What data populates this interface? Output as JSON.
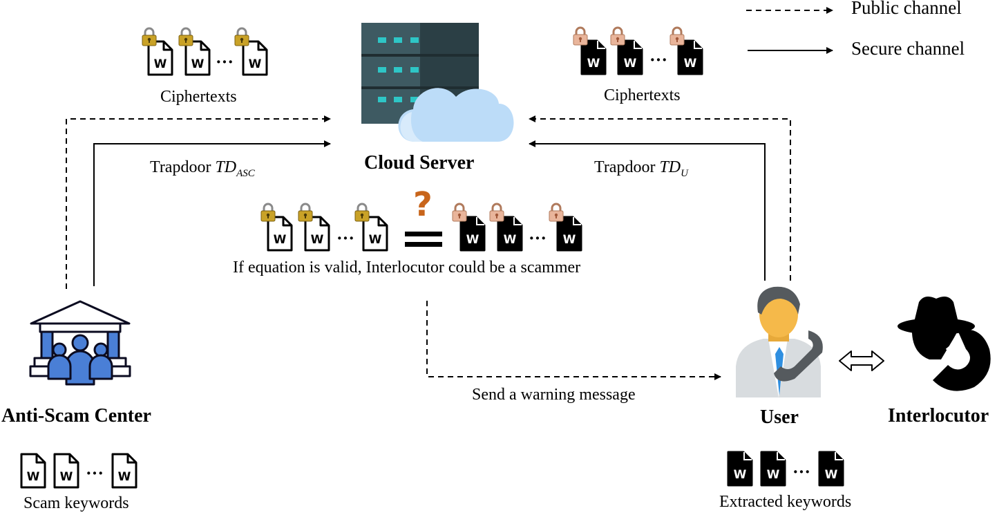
{
  "legend": {
    "public_channel": "Public channel",
    "secure_channel": "Secure channel"
  },
  "cloud_server": {
    "label": "Cloud Server"
  },
  "ciphertexts_left": {
    "label": "Ciphertexts",
    "doc_letter": "W",
    "ellipsis": "···",
    "lock_color": "#c9a227"
  },
  "ciphertexts_right": {
    "label": "Ciphertexts",
    "doc_letter": "W",
    "ellipsis": "···",
    "lock_color": "#e0a58a"
  },
  "trapdoor_asc": {
    "prefix": "Trapdoor",
    "symbol": "TD",
    "subscript": "ASC"
  },
  "trapdoor_u": {
    "prefix": "Trapdoor",
    "symbol": "TD",
    "subscript": "U"
  },
  "comparison": {
    "question_mark": "?",
    "equals": "=",
    "caption": "If equation is valid, Interlocutor could be a scammer",
    "question_color": "#c8651b"
  },
  "warning": {
    "label": "Send a warning message"
  },
  "anti_scam_center": {
    "label": "Anti-Scam Center",
    "color": "#4a7fd6"
  },
  "scam_keywords": {
    "label": "Scam keywords"
  },
  "user": {
    "label": "User"
  },
  "interlocutor": {
    "label": "Interlocutor"
  },
  "extracted_keywords": {
    "label": "Extracted keywords"
  }
}
